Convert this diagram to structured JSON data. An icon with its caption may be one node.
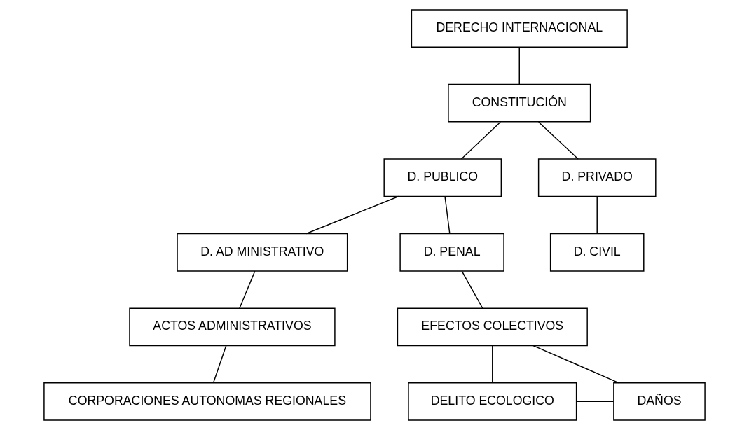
{
  "diagram": {
    "nodes": [
      {
        "text": [
          "DERECHO INTERNACIONAL"
        ]
      },
      {
        "text": [
          "CONSTITUCIÓN"
        ]
      },
      {
        "text": [
          "D. PUBLICO"
        ]
      },
      {
        "text": [
          "D. PRIVADO"
        ]
      },
      {
        "text": [
          "D. AD MINISTRATIVO"
        ]
      },
      {
        "text": [
          "D. PENAL"
        ]
      },
      {
        "text": [
          "D. CIVIL"
        ]
      },
      {
        "text": [
          "ACTOS ADMINISTRATIVOS"
        ]
      },
      {
        "text": [
          "EFECTOS COLECTIVOS"
        ]
      },
      {
        "text": [
          "CORPORACIONES AUTONOMAS REGIONALES"
        ]
      },
      {
        "text": [
          "DELITO ECOLOGICO"
        ]
      },
      {
        "text": [
          "DAÑOS"
        ]
      }
    ],
    "edges": [
      {
        "from": 0,
        "to": 1,
        "arrow": "none"
      },
      {
        "from": 1,
        "to": 2,
        "arrow": "none"
      },
      {
        "from": 1,
        "to": 3,
        "arrow": "none"
      },
      {
        "from": 2,
        "to": 4,
        "arrow": "none"
      },
      {
        "from": 2,
        "to": 5,
        "arrow": "none"
      },
      {
        "from": 3,
        "to": 6,
        "arrow": "none"
      },
      {
        "from": 4,
        "to": 7,
        "arrow": "none"
      },
      {
        "from": 5,
        "to": 8,
        "arrow": "none"
      },
      {
        "from": 7,
        "to": 9,
        "arrow": "none"
      },
      {
        "from": 8,
        "to": 10,
        "arrow": "none"
      },
      {
        "from": 8,
        "to": 11,
        "arrow": "none"
      },
      {
        "from": 10,
        "to": 11,
        "arrow": "none"
      }
    ]
  }
}
